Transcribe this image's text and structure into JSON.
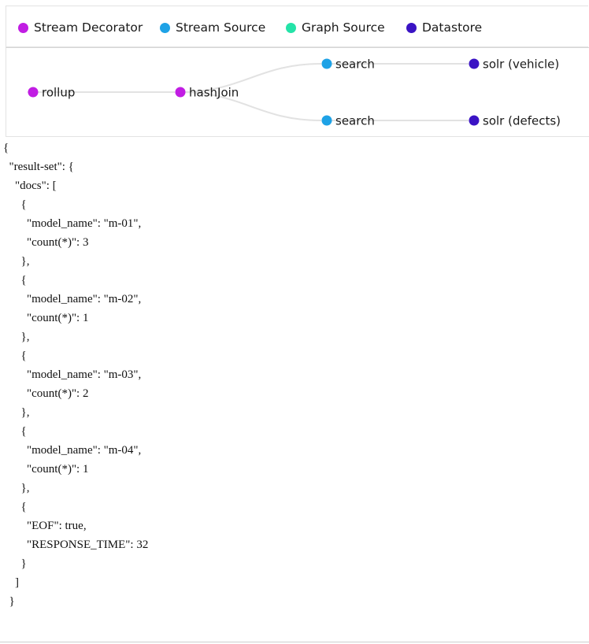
{
  "legend": [
    {
      "label": "Stream Decorator",
      "color": "#c11de3"
    },
    {
      "label": "Stream Source",
      "color": "#1ea2e6"
    },
    {
      "label": "Graph Source",
      "color": "#24e3a8"
    },
    {
      "label": "Datastore",
      "color": "#3a13c4"
    }
  ],
  "graph": {
    "nodes": {
      "rollup": {
        "label": "rollup",
        "type": "Stream Decorator"
      },
      "hashjoin": {
        "label": "hashJoin",
        "type": "Stream Decorator"
      },
      "search_vehicle": {
        "label": "search",
        "type": "Stream Source"
      },
      "search_defects": {
        "label": "search",
        "type": "Stream Source"
      },
      "solr_vehicle": {
        "label": "solr (vehicle)",
        "type": "Datastore"
      },
      "solr_defects": {
        "label": "solr (defects)",
        "type": "Datastore"
      }
    },
    "edges": [
      [
        "rollup",
        "hashjoin"
      ],
      [
        "hashjoin",
        "search_vehicle"
      ],
      [
        "hashjoin",
        "search_defects"
      ],
      [
        "search_vehicle",
        "solr_vehicle"
      ],
      [
        "search_defects",
        "solr_defects"
      ]
    ]
  },
  "json_output": [
    "{",
    "  \"result-set\": {",
    "    \"docs\": [",
    "      {",
    "        \"model_name\": \"m-01\",",
    "        \"count(*)\": 3",
    "      },",
    "      {",
    "        \"model_name\": \"m-02\",",
    "        \"count(*)\": 1",
    "      },",
    "      {",
    "        \"model_name\": \"m-03\",",
    "        \"count(*)\": 2",
    "      },",
    "      {",
    "        \"model_name\": \"m-04\",",
    "        \"count(*)\": 1",
    "      },",
    "      {",
    "        \"EOF\": true,",
    "        \"RESPONSE_TIME\": 32",
    "      }",
    "    ]",
    "  }",
    "}"
  ]
}
